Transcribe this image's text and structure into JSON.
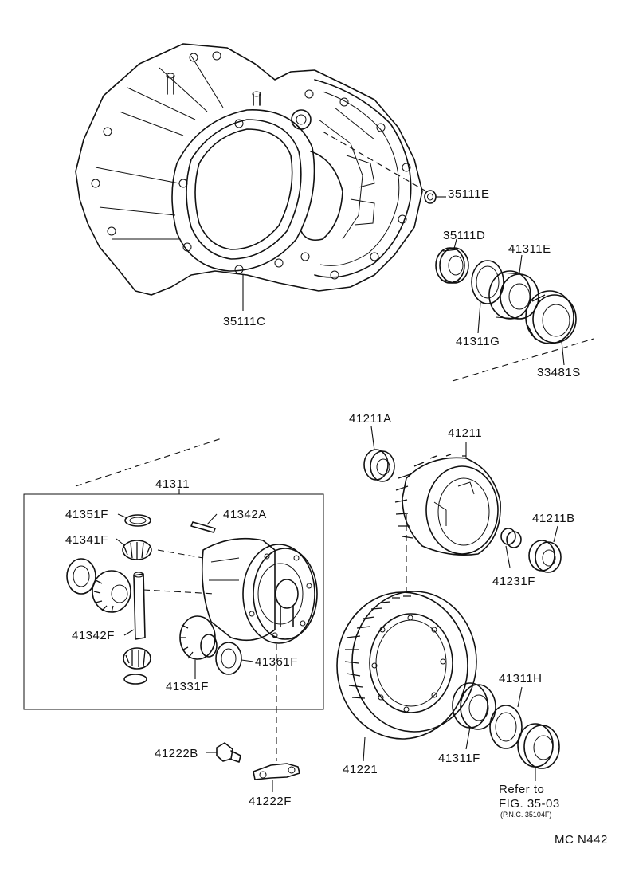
{
  "labels": {
    "p35111E": "35111E",
    "p35111D": "35111D",
    "p41311E": "41311E",
    "p35111C": "35111C",
    "p41311G": "41311G",
    "p33481S": "33481S",
    "p41211A": "41211A",
    "p41211": "41211",
    "p41311": "41311",
    "p41351F": "41351F",
    "p41342A": "41342A",
    "p41341F": "41341F",
    "p41211B": "41211B",
    "p41231F": "41231F",
    "p41342F": "41342F",
    "p41361F": "41361F",
    "p41331F": "41331F",
    "p41311H": "41311H",
    "p41222B": "41222B",
    "p41221": "41221",
    "p41311F": "41311F",
    "p41222F": "41222F"
  },
  "refer": {
    "line1": "Refer to",
    "line2": "FIG. 35-03",
    "line3": "(P.N.C. 35104F)"
  },
  "figure_code": "MC N442"
}
